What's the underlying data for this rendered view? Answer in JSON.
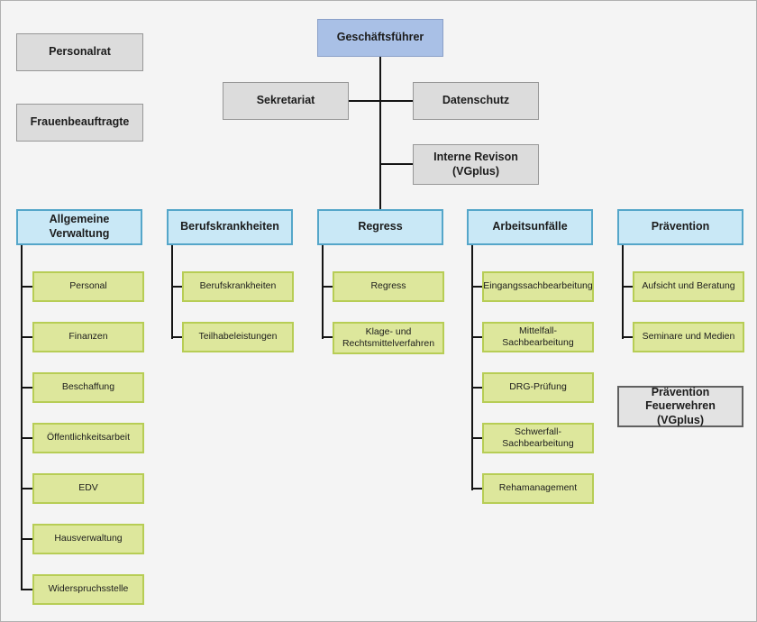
{
  "root": {
    "label": "Geschäftsführer"
  },
  "staff": {
    "personalrat": {
      "label": "Personalrat"
    },
    "frauenbeauftragte": {
      "label": "Frauenbeauftragte"
    },
    "sekretariat": {
      "label": "Sekretariat"
    },
    "datenschutz": {
      "label": "Datenschutz"
    },
    "interne_revision": {
      "label": "Interne Revison (VGplus)"
    }
  },
  "departments": [
    {
      "label": "Allgemeine Verwaltung",
      "children": [
        "Personal",
        "Finanzen",
        "Beschaffung",
        "Öffentlichkeitsarbeit",
        "EDV",
        "Hausverwaltung",
        "Widerspruchsstelle"
      ]
    },
    {
      "label": "Berufskrankheiten",
      "children": [
        "Berufskrankheiten",
        "Teilhabeleistungen"
      ]
    },
    {
      "label": "Regress",
      "children": [
        "Regress",
        "Klage- und Rechtsmittelverfahren"
      ]
    },
    {
      "label": "Arbeitsunfälle",
      "children": [
        "Eingangssachbearbeitung",
        "Mittelfall-Sachbearbeitung",
        "DRG-Prüfung",
        "Schwerfall-Sachbearbeitung",
        "Rehamanagement"
      ]
    },
    {
      "label": "Prävention",
      "children": [
        "Aufsicht und Beratung",
        "Seminare und Medien"
      ]
    }
  ],
  "extra_box": {
    "label": "Prävention Feuerwehren (VGplus)"
  },
  "colors": {
    "root_fill": "#a9c0e6",
    "root_border": "#8aa0c8",
    "gray_fill": "#dcdcdc",
    "gray_border": "#979797",
    "dept_fill": "#c9e8f6",
    "dept_border": "#55a6c9",
    "child_fill": "#dde79c",
    "child_border": "#b7cd55",
    "extra_fill": "#e3e3e3",
    "extra_border": "#606060",
    "line": "#141414"
  }
}
